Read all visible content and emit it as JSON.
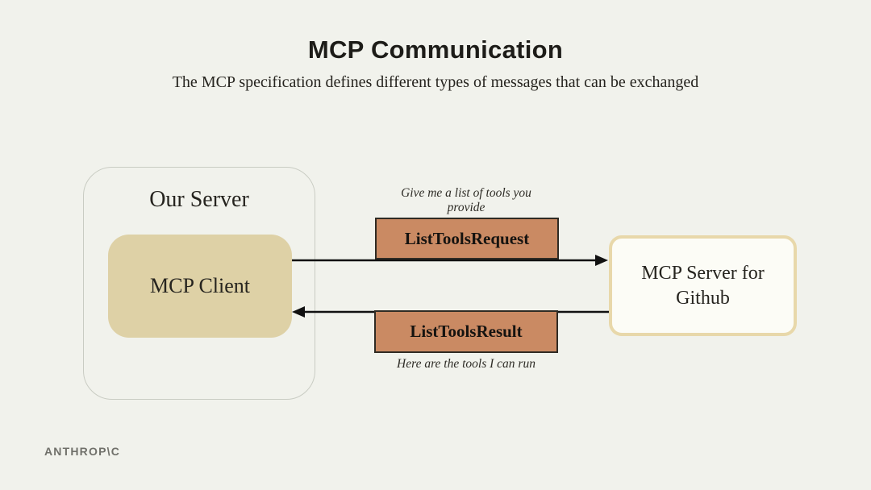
{
  "title": "MCP Communication",
  "subtitle": "The MCP specification defines different types of messages that can be exchanged",
  "diagram": {
    "our_server": {
      "label": "Our Server"
    },
    "mcp_client": {
      "label": "MCP Client"
    },
    "mcp_server": {
      "label": "MCP Server for Github"
    },
    "request": {
      "label": "ListToolsRequest",
      "annotation": "Give me a list of tools you provide"
    },
    "result": {
      "label": "ListToolsResult",
      "annotation": "Here are the tools I can run"
    }
  },
  "footer": {
    "logo": "ANTHROP\\C"
  },
  "colors": {
    "background": "#f1f2ec",
    "client_fill": "#ded1a6",
    "message_fill": "#ca8a63",
    "message_border": "#2f2b24",
    "server_fill": "#fcfcf6",
    "server_border": "#e8d8aa",
    "arrow": "#111111",
    "logo_ink": "#70706a"
  }
}
